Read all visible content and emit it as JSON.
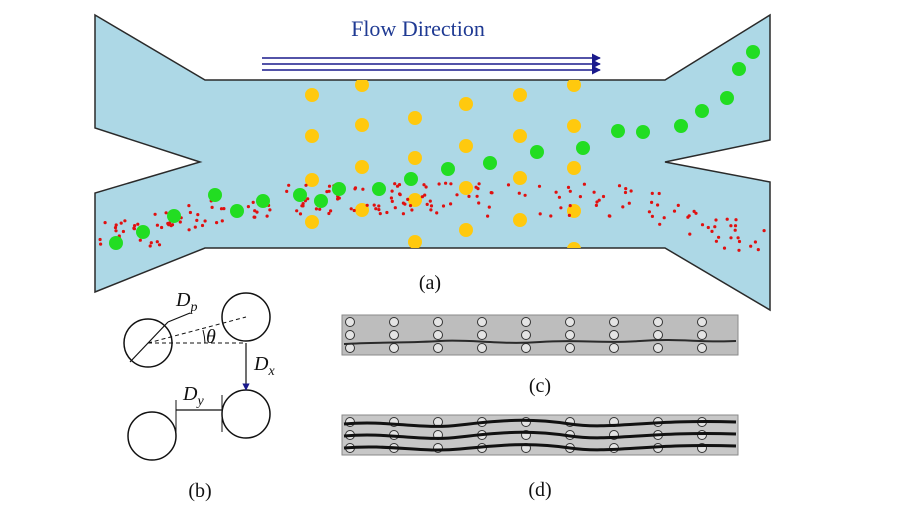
{
  "panel_a": {
    "title": "Flow Direction",
    "label": "(a)",
    "colors": {
      "channel": "#add8e6",
      "channel_stroke": "#2a2a2a",
      "arrow": "#1a1a8c",
      "pillar": "#ffc90e",
      "particle_large": "#22dd22",
      "particle_small": "#e01010"
    }
  },
  "panel_b": {
    "label": "(b)",
    "dp_main": "D",
    "dp_sub": "p",
    "dx_main": "D",
    "dx_sub": "x",
    "dy_main": "D",
    "dy_sub": "y",
    "theta": "θ"
  },
  "panel_c": {
    "label": "(c)"
  },
  "panel_d": {
    "label": "(d)"
  }
}
